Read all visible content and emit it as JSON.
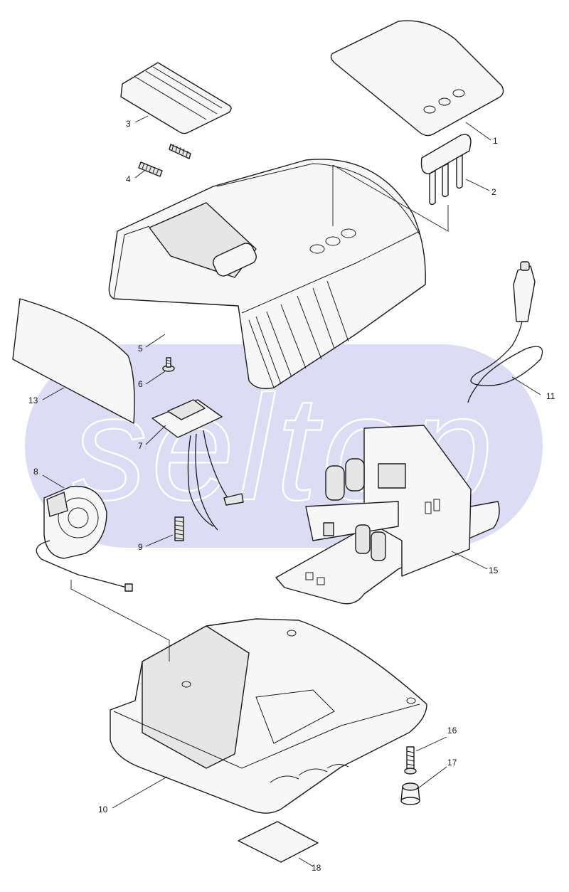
{
  "watermark": {
    "text": "seltop",
    "color": "#dcdcf5"
  },
  "callouts": [
    {
      "number": "1",
      "part": "label-plate"
    },
    {
      "number": "2",
      "part": "led-light-guide"
    },
    {
      "number": "3",
      "part": "slide-cover"
    },
    {
      "number": "4",
      "part": "compression-springs"
    },
    {
      "number": "5",
      "part": "upper-housing"
    },
    {
      "number": "6",
      "part": "screw"
    },
    {
      "number": "7",
      "part": "terminal-block"
    },
    {
      "number": "8",
      "part": "cooling-fan"
    },
    {
      "number": "9",
      "part": "spring"
    },
    {
      "number": "10",
      "part": "lower-housing"
    },
    {
      "number": "11",
      "part": "power-cord"
    },
    {
      "number": "13",
      "part": "side-label"
    },
    {
      "number": "15",
      "part": "circuit-board"
    },
    {
      "number": "16",
      "part": "screw"
    },
    {
      "number": "17",
      "part": "rubber-foot"
    },
    {
      "number": "18",
      "part": "bottom-pad"
    }
  ]
}
